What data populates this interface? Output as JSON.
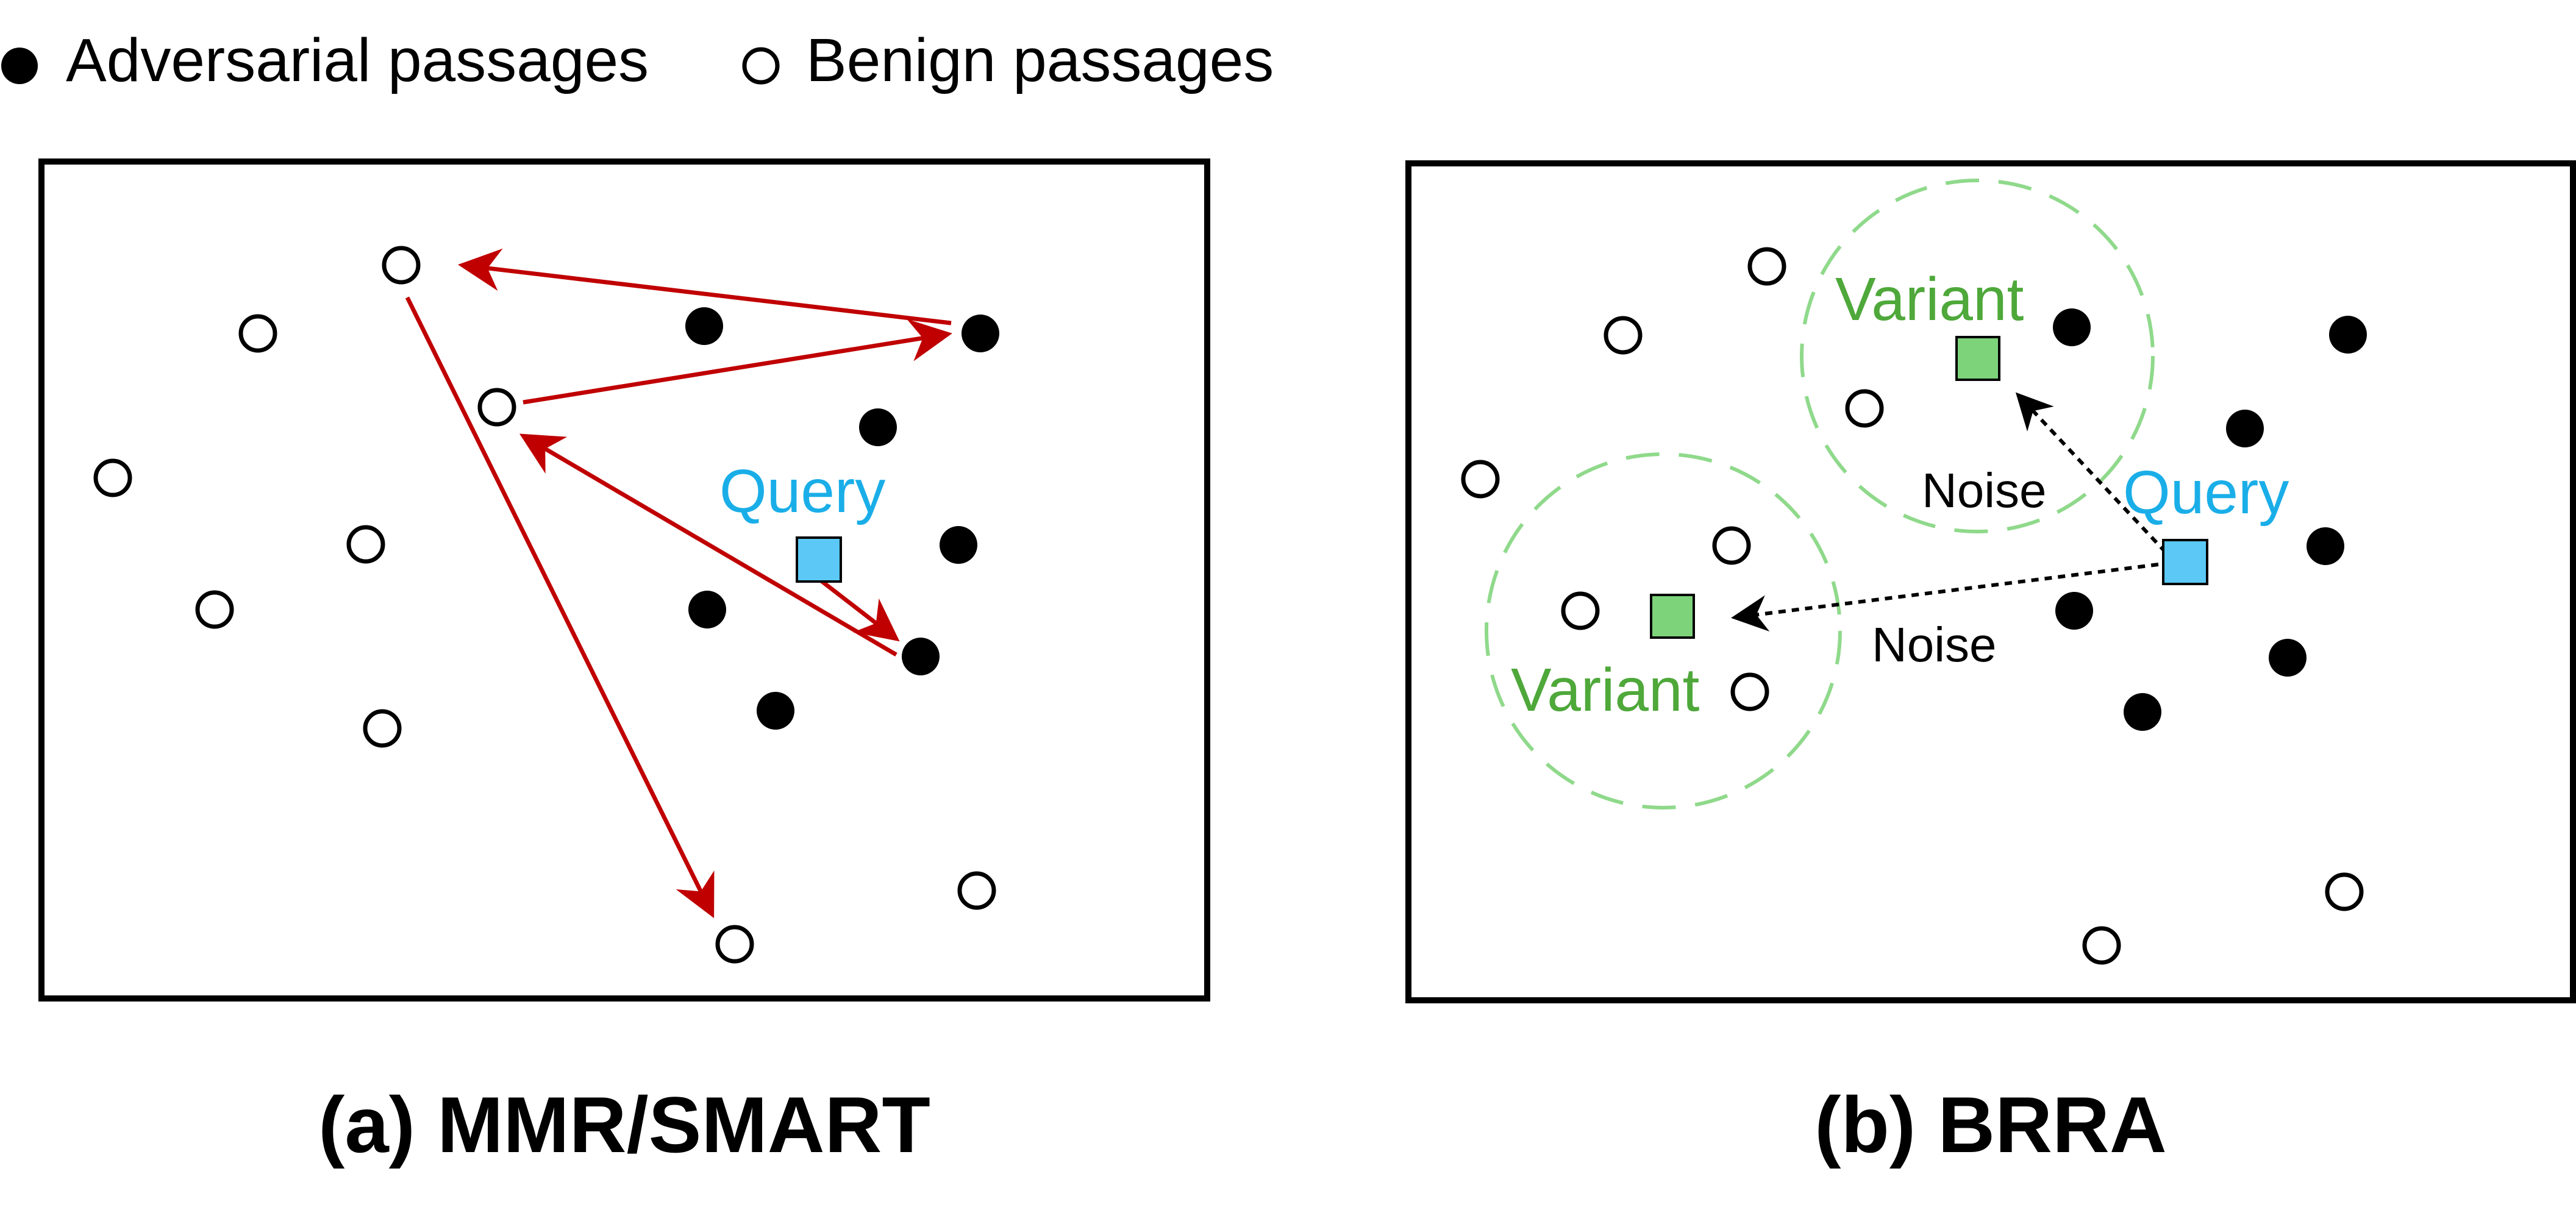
{
  "legend": {
    "adversarial_label": "Adversarial passages",
    "benign_label": "Benign passages"
  },
  "panel_a": {
    "caption": "(a) MMR/SMART",
    "query_label": "Query"
  },
  "panel_b": {
    "caption": "(b) BRRA",
    "query_label": "Query",
    "variant_label_top": "Variant",
    "variant_label_bottom": "Variant",
    "noise_label_top": "Noise",
    "noise_label_bottom": "Noise"
  },
  "colors": {
    "arrow_red": "#c00000",
    "query_blue": "#5bc8f5",
    "query_text": "#1aaee8",
    "variant_green": "#7dd37a",
    "variant_text": "#4ea83a",
    "circle_green": "#8fd98b",
    "border": "#000000"
  }
}
